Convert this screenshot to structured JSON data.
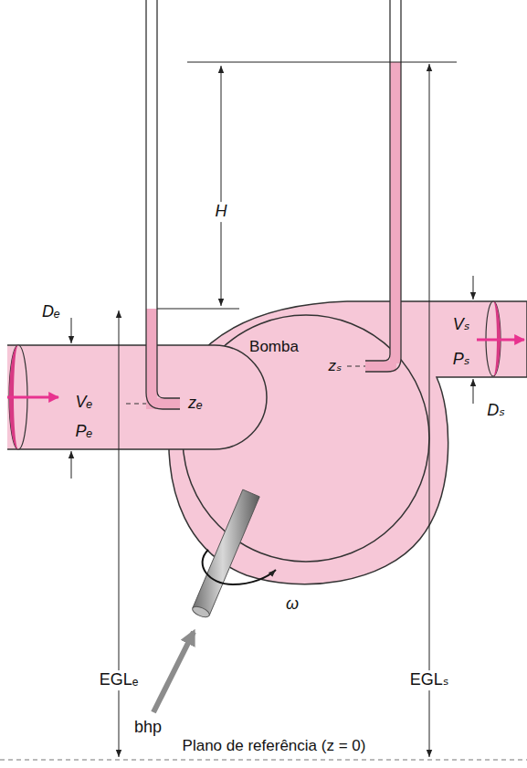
{
  "diagram": {
    "nodes": [
      {
        "text": [
          "Vₑ",
          "Pₑ",
          "zₑ"
        ]
      },
      {
        "text": [
          "Bomba"
        ]
      },
      {
        "text": [
          "zₛ",
          "Vₛ",
          "Pₛ"
        ]
      }
    ],
    "labels": [
      "H",
      "Dₑ",
      "Dₛ",
      "ω",
      "bhp",
      "EGLₑ",
      "EGLₛ",
      "Plano de referência (z = 0)"
    ]
  }
}
